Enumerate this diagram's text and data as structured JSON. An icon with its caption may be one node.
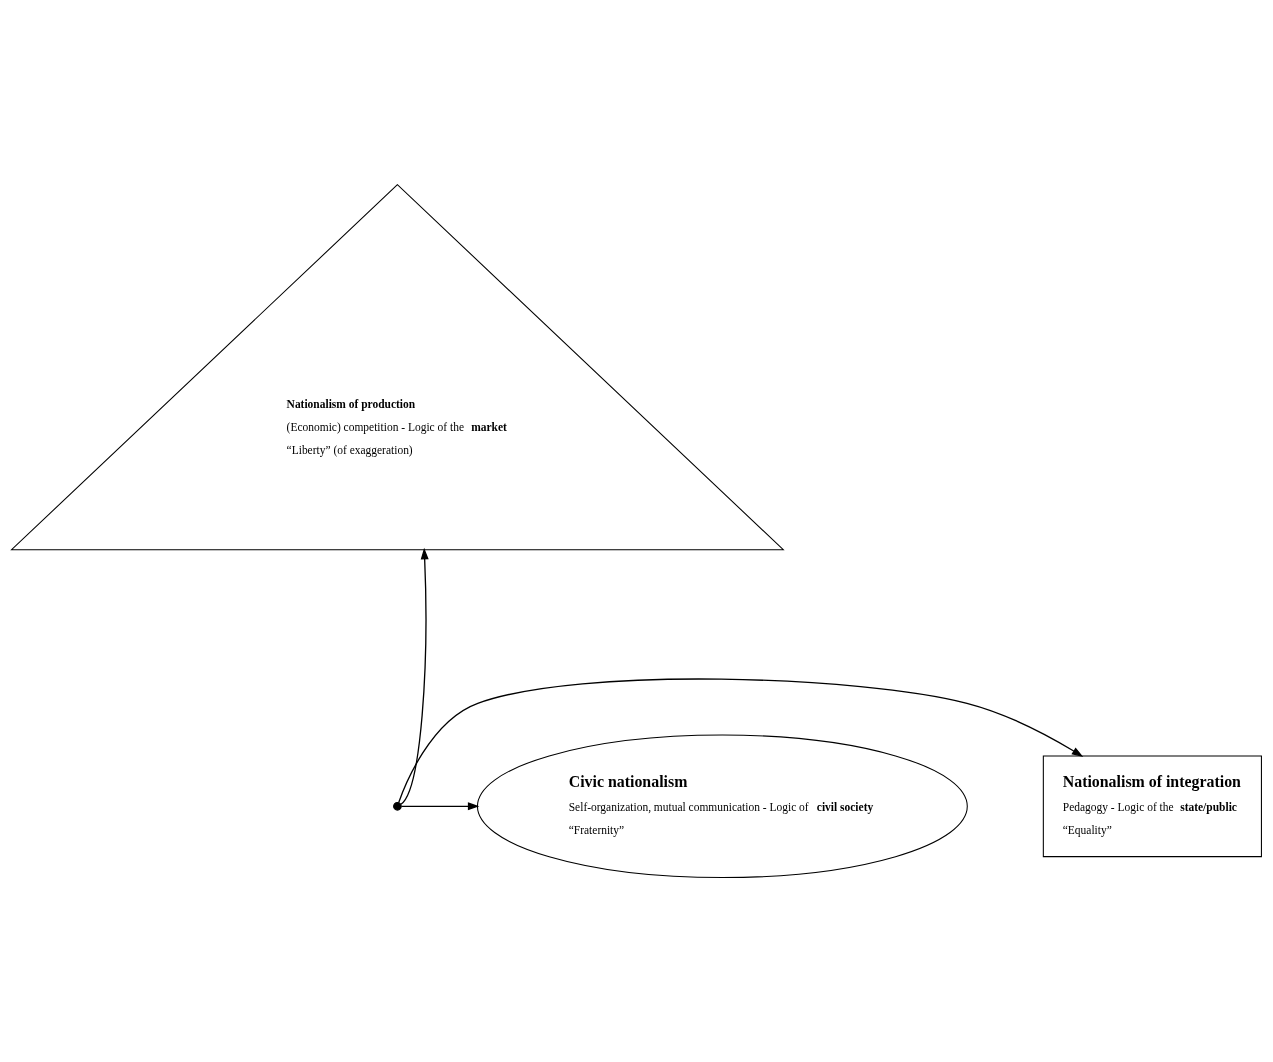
{
  "diagram": {
    "nodes": [
      {
        "text": [
          "Nationalism of production",
          "(Economic) competition - Logic of the **market**",
          "“Liberty” (of exaggeration)"
        ]
      },
      {
        "text": [
          "Nationalism of integration",
          "Pedagogy - Logic of the **state/public**",
          "“Equality”"
        ]
      },
      {
        "text": [
          "Civic nationalism",
          "Self-organization, mutual communication - Logic of **civil society**",
          "“Fraternity”"
        ]
      },
      {
        "text": [],
        "shape": "point"
      }
    ],
    "edges": [
      {
        "from": 3,
        "to": 0,
        "arrow": "to"
      },
      {
        "from": 3,
        "to": 1,
        "arrow": "to"
      },
      {
        "from": 3,
        "to": 2,
        "arrow": "to"
      }
    ]
  }
}
